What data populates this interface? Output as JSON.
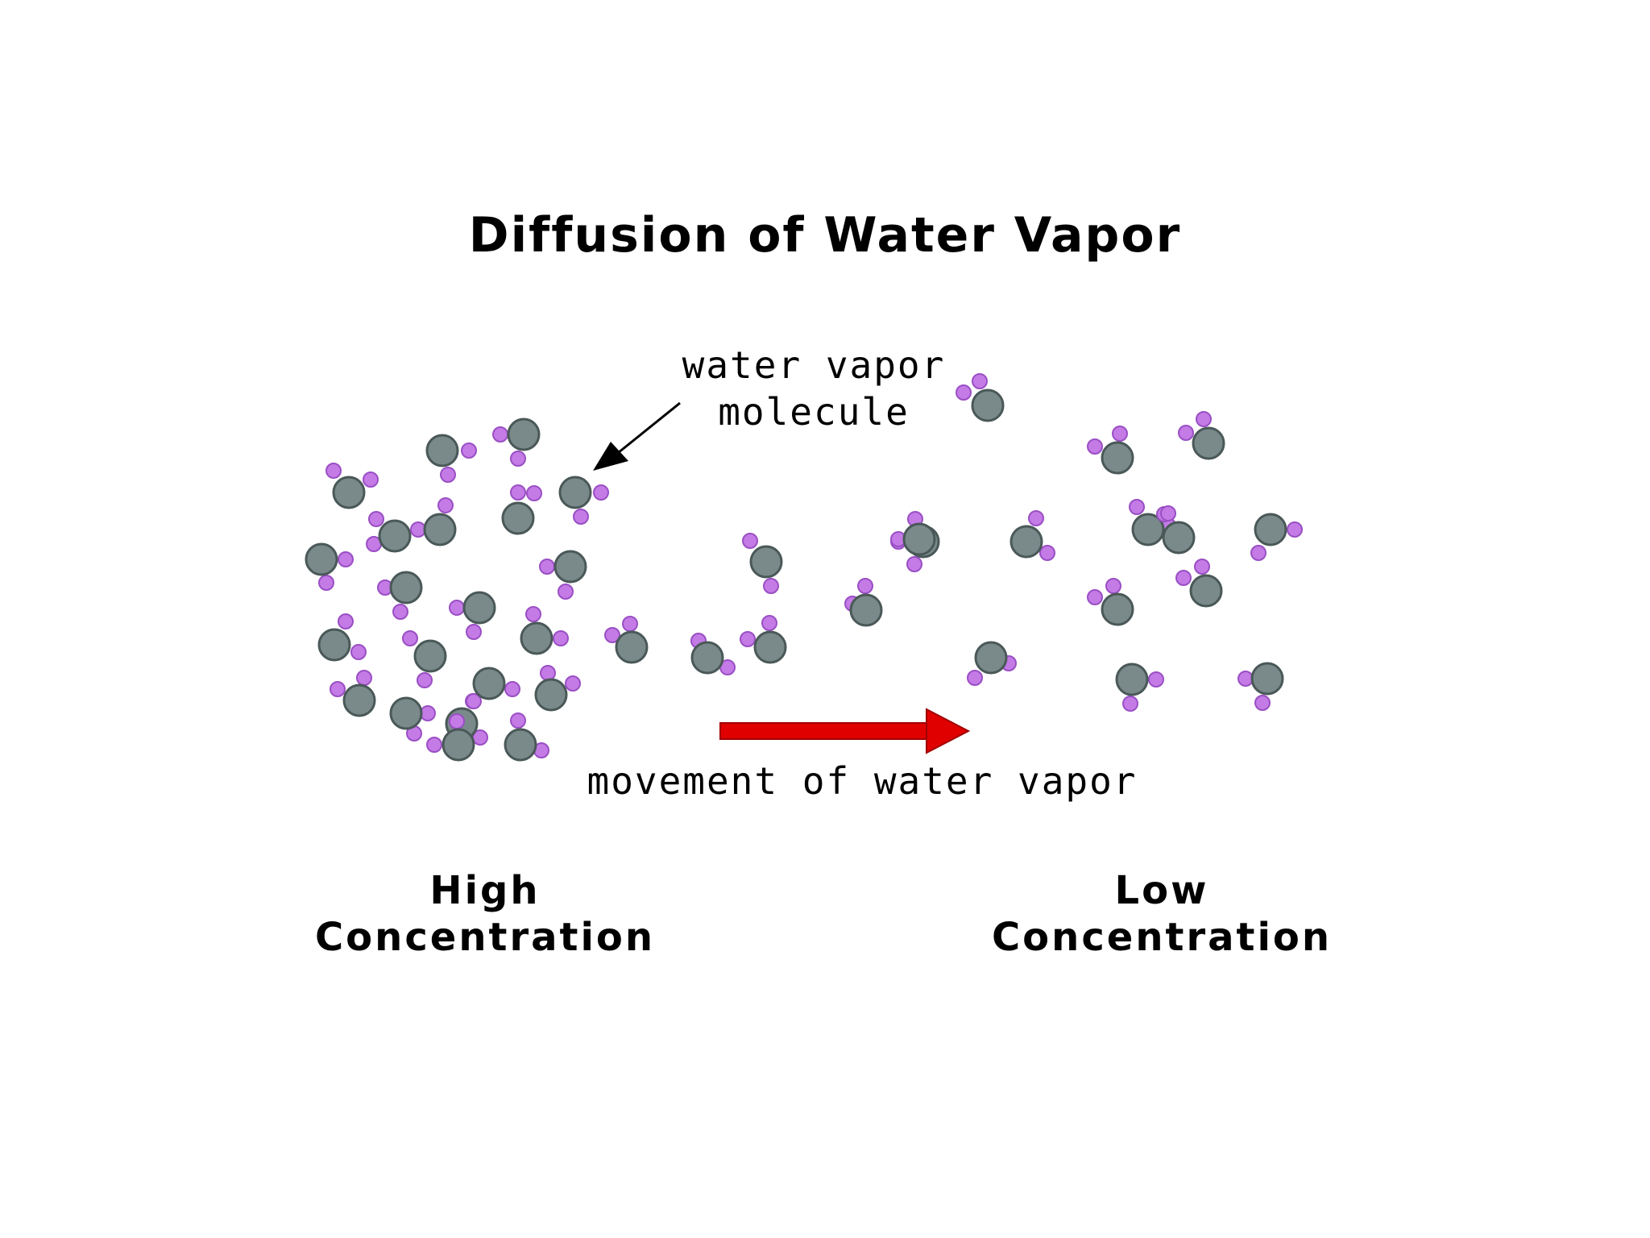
{
  "diagram": {
    "title": "Diffusion of Water Vapor",
    "molecule_label": {
      "line1": "water vapor",
      "line2": "molecule"
    },
    "movement_label": "movement of water vapor",
    "high_region": {
      "line1": "High",
      "line2": "Concentration"
    },
    "low_region": {
      "line1": "Low",
      "line2": "Concentration"
    },
    "colors": {
      "oxygen_fill": "#7a8a8a",
      "oxygen_stroke": "#4a5858",
      "hydrogen_fill": "#c47be6",
      "hydrogen_stroke": "#9a4fc4",
      "movement_arrow": "#e00000",
      "pointer_arrow": "#000000",
      "text": "#000000",
      "background": "#ffffff"
    }
  }
}
